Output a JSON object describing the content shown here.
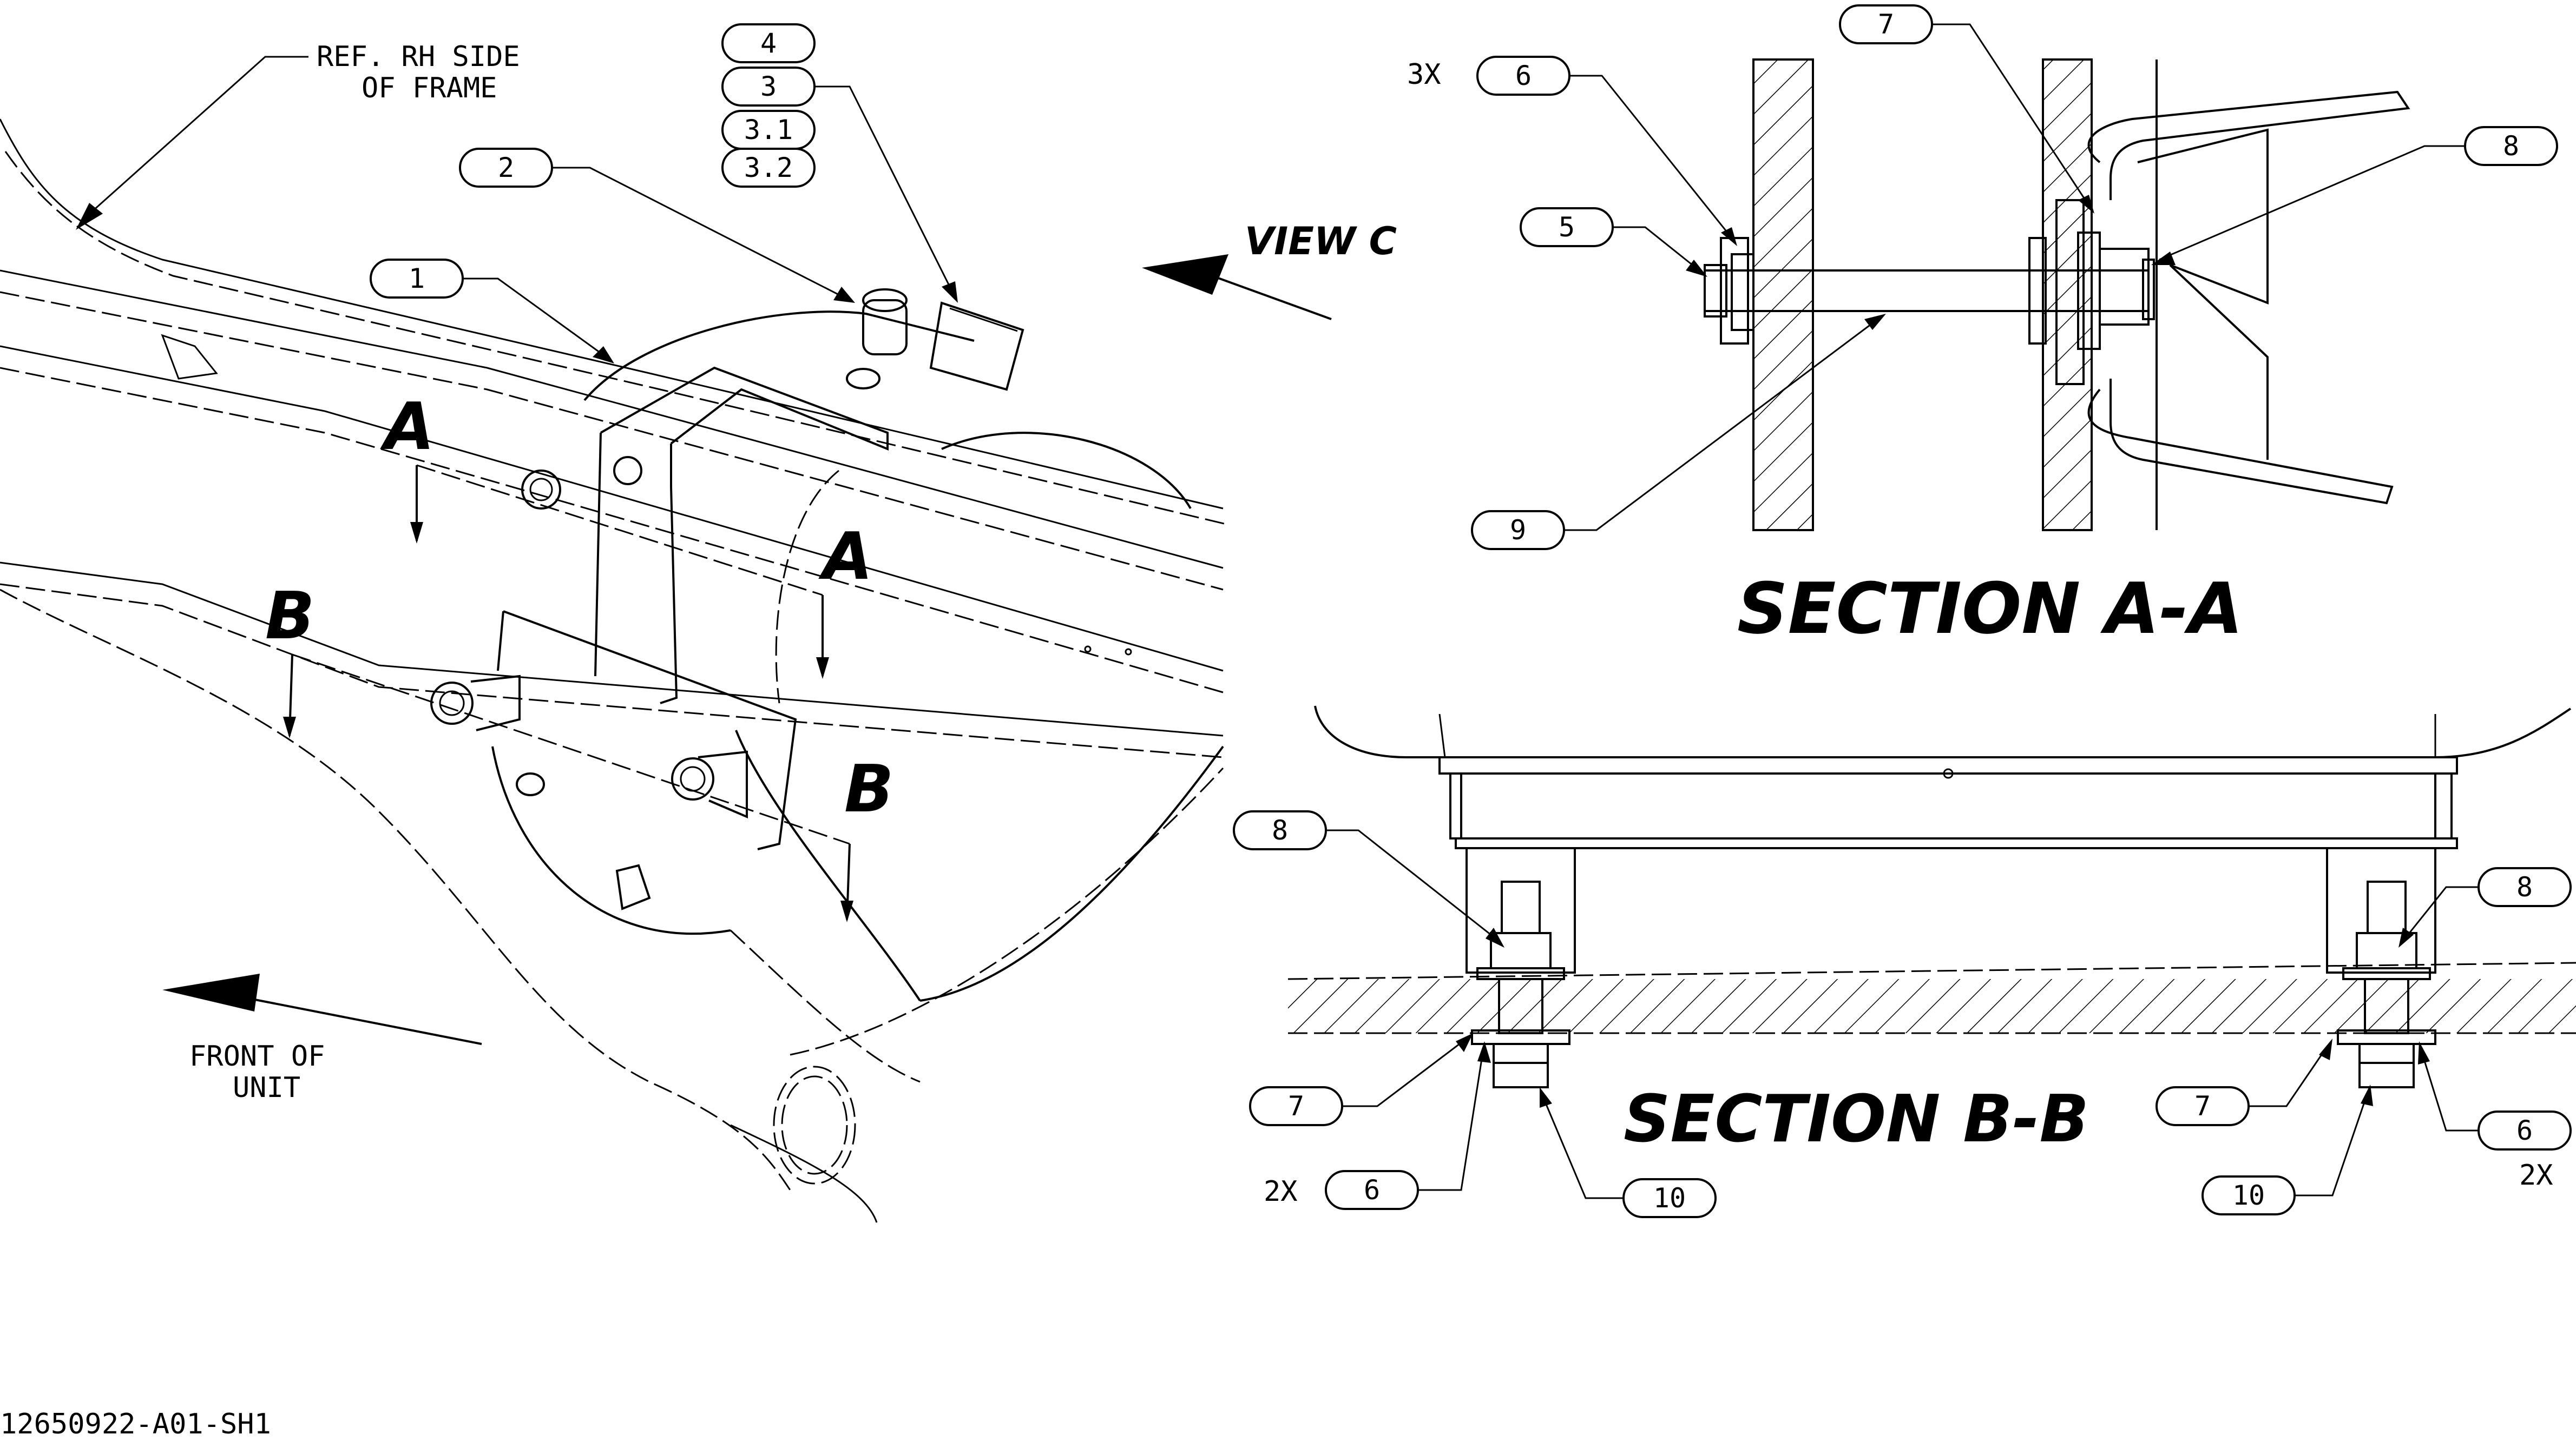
{
  "labels": {
    "ref_frame_line1": "REF. RH SIDE",
    "ref_frame_line2": "OF FRAME",
    "view_c": "VIEW C",
    "front_line1": "FRONT OF",
    "front_line2": "UNIT",
    "section_a_letter": "A",
    "section_b_letter": "B",
    "section_aa_title": "SECTION A-A",
    "section_bb_title": "SECTION B-B",
    "qty_3x": "3X",
    "qty_2x": "2X",
    "drawing_number": "12650922-A01-SH1"
  },
  "balloons": {
    "b1": "1",
    "b2": "2",
    "b3": "3",
    "b3_1": "3.1",
    "b3_2": "3.2",
    "b4": "4",
    "b5": "5",
    "b6": "6",
    "b7": "7",
    "b8": "8",
    "b9": "9",
    "b10": "10"
  }
}
